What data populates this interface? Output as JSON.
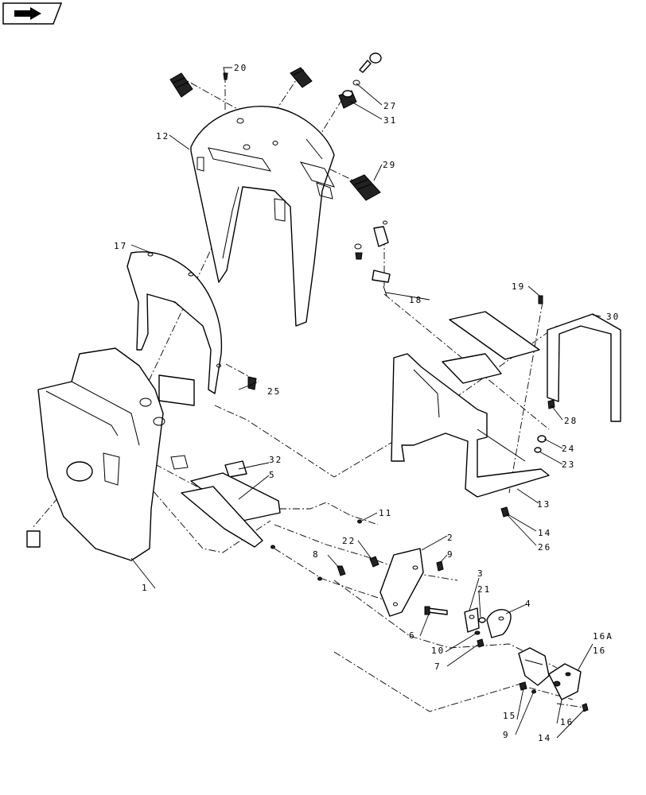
{
  "nav_icon": "arrow-right-icon",
  "callouts": [
    {
      "id": "1",
      "label": "1"
    },
    {
      "id": "2",
      "label": "2"
    },
    {
      "id": "3",
      "label": "3"
    },
    {
      "id": "4",
      "label": "4"
    },
    {
      "id": "5",
      "label": "5"
    },
    {
      "id": "6",
      "label": "6"
    },
    {
      "id": "7",
      "label": "7"
    },
    {
      "id": "8",
      "label": "8"
    },
    {
      "id": "9a",
      "label": "9"
    },
    {
      "id": "9b",
      "label": "9"
    },
    {
      "id": "10",
      "label": "10"
    },
    {
      "id": "11",
      "label": "11"
    },
    {
      "id": "12",
      "label": "12"
    },
    {
      "id": "13",
      "label": "13"
    },
    {
      "id": "14a",
      "label": "14"
    },
    {
      "id": "14b",
      "label": "14"
    },
    {
      "id": "15",
      "label": "15"
    },
    {
      "id": "16a",
      "label": "16"
    },
    {
      "id": "16b",
      "label": "16"
    },
    {
      "id": "16A",
      "label": "16A"
    },
    {
      "id": "17",
      "label": "17"
    },
    {
      "id": "18",
      "label": "18"
    },
    {
      "id": "19",
      "label": "19"
    },
    {
      "id": "20",
      "label": "20"
    },
    {
      "id": "21",
      "label": "21"
    },
    {
      "id": "22",
      "label": "22"
    },
    {
      "id": "23",
      "label": "23"
    },
    {
      "id": "24",
      "label": "24"
    },
    {
      "id": "25",
      "label": "25"
    },
    {
      "id": "26",
      "label": "26"
    },
    {
      "id": "27",
      "label": "27"
    },
    {
      "id": "28",
      "label": "28"
    },
    {
      "id": "29",
      "label": "29"
    },
    {
      "id": "30",
      "label": "30"
    },
    {
      "id": "31",
      "label": "31"
    },
    {
      "id": "32",
      "label": "32"
    }
  ]
}
